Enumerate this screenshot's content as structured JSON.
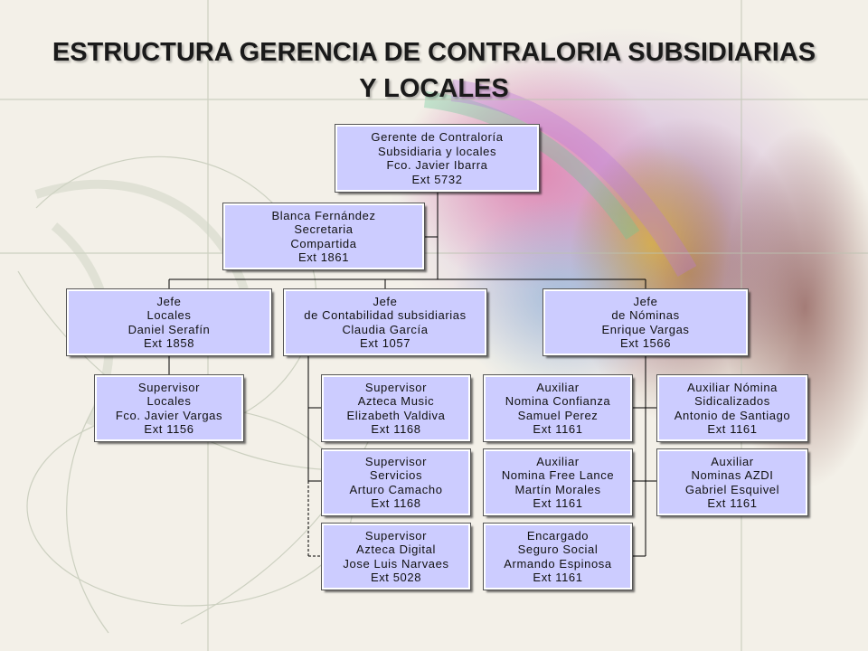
{
  "title": {
    "line1": "ESTRUCTURA GERENCIA DE CONTRALORIA SUBSIDIARIAS",
    "line2": "Y LOCALES"
  },
  "colors": {
    "node_fill": "#ccccff",
    "connector": "#000000"
  },
  "nodes": {
    "gerente": {
      "lines": [
        "Gerente de Contraloría",
        "Subsidiaria y locales",
        "Fco. Javier Ibarra",
        "Ext 5732"
      ]
    },
    "secretaria": {
      "lines": [
        "Blanca Fernández",
        "Secretaria",
        "Compartida",
        "Ext 1861"
      ]
    },
    "jefe_locales": {
      "lines": [
        "Jefe",
        "Locales",
        "Daniel Serafín",
        "Ext 1858"
      ]
    },
    "jefe_contabilidad": {
      "lines": [
        "Jefe",
        "de Contabilidad subsidiarias",
        "Claudia García",
        "Ext 1057"
      ]
    },
    "jefe_nominas": {
      "lines": [
        "Jefe",
        "de Nóminas",
        "Enrique Vargas",
        "Ext 1566"
      ]
    },
    "sup_locales": {
      "lines": [
        "Supervisor",
        "Locales",
        "Fco. Javier Vargas",
        "Ext 1156"
      ]
    },
    "sup_azteca_music": {
      "lines": [
        "Supervisor",
        "Azteca Music",
        "Elizabeth Valdiva",
        "Ext 1168"
      ]
    },
    "sup_servicios": {
      "lines": [
        "Supervisor",
        "Servicios",
        "Arturo Camacho",
        "Ext 1168"
      ]
    },
    "sup_azteca_digital": {
      "lines": [
        "Supervisor",
        "Azteca Digital",
        "Jose Luis Narvaes",
        "Ext 5028"
      ]
    },
    "aux_confianza": {
      "lines": [
        "Auxiliar",
        "Nomina Confianza",
        "Samuel Perez",
        "Ext 1161"
      ]
    },
    "aux_free_lance": {
      "lines": [
        "Auxiliar",
        "Nomina Free Lance",
        "Martín Morales",
        "Ext 1161"
      ]
    },
    "enc_seguro": {
      "lines": [
        "Encargado",
        "Seguro Social",
        "Armando Espinosa",
        "Ext 1161"
      ]
    },
    "aux_sindicalizados": {
      "lines": [
        "Auxiliar Nómina",
        "Sidicalizados",
        "Antonio de Santiago",
        "Ext 1161"
      ]
    },
    "aux_azdi": {
      "lines": [
        "Auxiliar",
        "Nominas AZDI",
        "Gabriel Esquivel",
        "Ext 1161"
      ]
    }
  }
}
